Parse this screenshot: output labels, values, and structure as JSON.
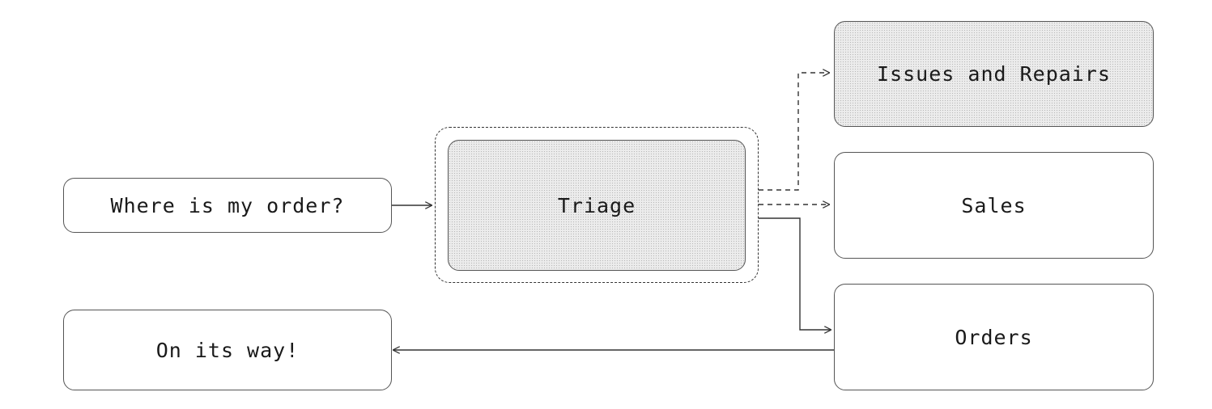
{
  "nodes": {
    "question": "Where is my order?",
    "triage": "Triage",
    "issues": "Issues and Repairs",
    "sales": "Sales",
    "orders": "Orders",
    "answer": "On its way!"
  },
  "colors": {
    "stroke": "#333333",
    "shaded_fill": "#ececec",
    "text": "#1a1a1a"
  }
}
